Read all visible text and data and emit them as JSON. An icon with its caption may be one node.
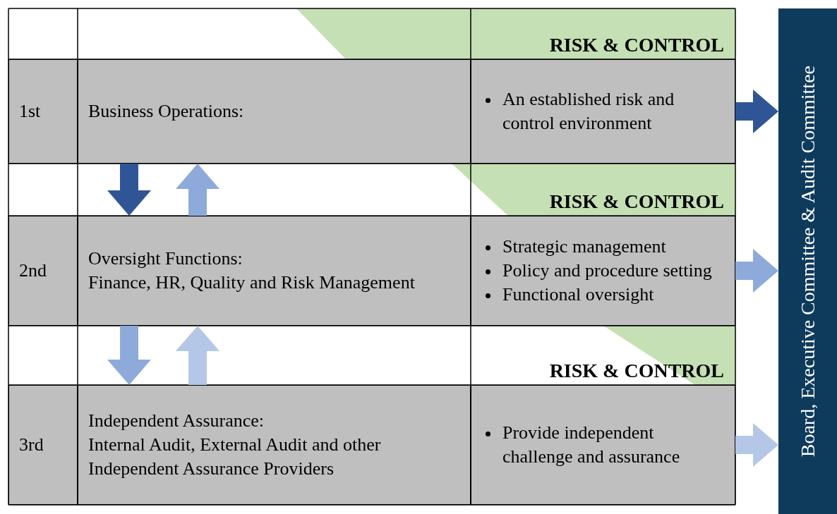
{
  "diagram": {
    "nodes": [
      {
        "text": [
          "RISK & CONTROL"
        ]
      },
      {
        "text": [
          "1st"
        ]
      },
      {
        "text": [
          "Business Operations:"
        ]
      },
      {
        "text": [
          "An established risk and control environment"
        ]
      },
      {
        "text": [
          "RISK & CONTROL"
        ]
      },
      {
        "text": [
          "2nd"
        ]
      },
      {
        "text": [
          "Oversight Functions:",
          "Finance, HR, Quality and Risk Management"
        ]
      },
      {
        "text": [
          "Strategic management",
          "Policy and procedure setting",
          "Functional oversight"
        ]
      },
      {
        "text": [
          "RISK & CONTROL"
        ]
      },
      {
        "text": [
          "3rd"
        ]
      },
      {
        "text": [
          "Independent Assurance:",
          "Internal Audit, External Audit and other Independent Assurance Providers"
        ]
      },
      {
        "text": [
          "Provide independent challenge and assurance"
        ]
      },
      {
        "text": [
          "Board, Executive Committee & Audit Committee"
        ]
      }
    ],
    "edges": [
      {
        "from": 2,
        "to": 6,
        "arrow": "to",
        "color": "#2f5597"
      },
      {
        "from": 6,
        "to": 2,
        "arrow": "to",
        "color": "#8eaadb"
      },
      {
        "from": 6,
        "to": 10,
        "arrow": "to",
        "color": "#8eaadb"
      },
      {
        "from": 10,
        "to": 6,
        "arrow": "to",
        "color": "#b4c7e7"
      },
      {
        "from": 3,
        "to": 12,
        "arrow": "to",
        "color": "#2f5597"
      },
      {
        "from": 7,
        "to": 12,
        "arrow": "to",
        "color": "#8eaadb"
      },
      {
        "from": 11,
        "to": 12,
        "arrow": "to",
        "color": "#b4c7e7"
      }
    ]
  }
}
